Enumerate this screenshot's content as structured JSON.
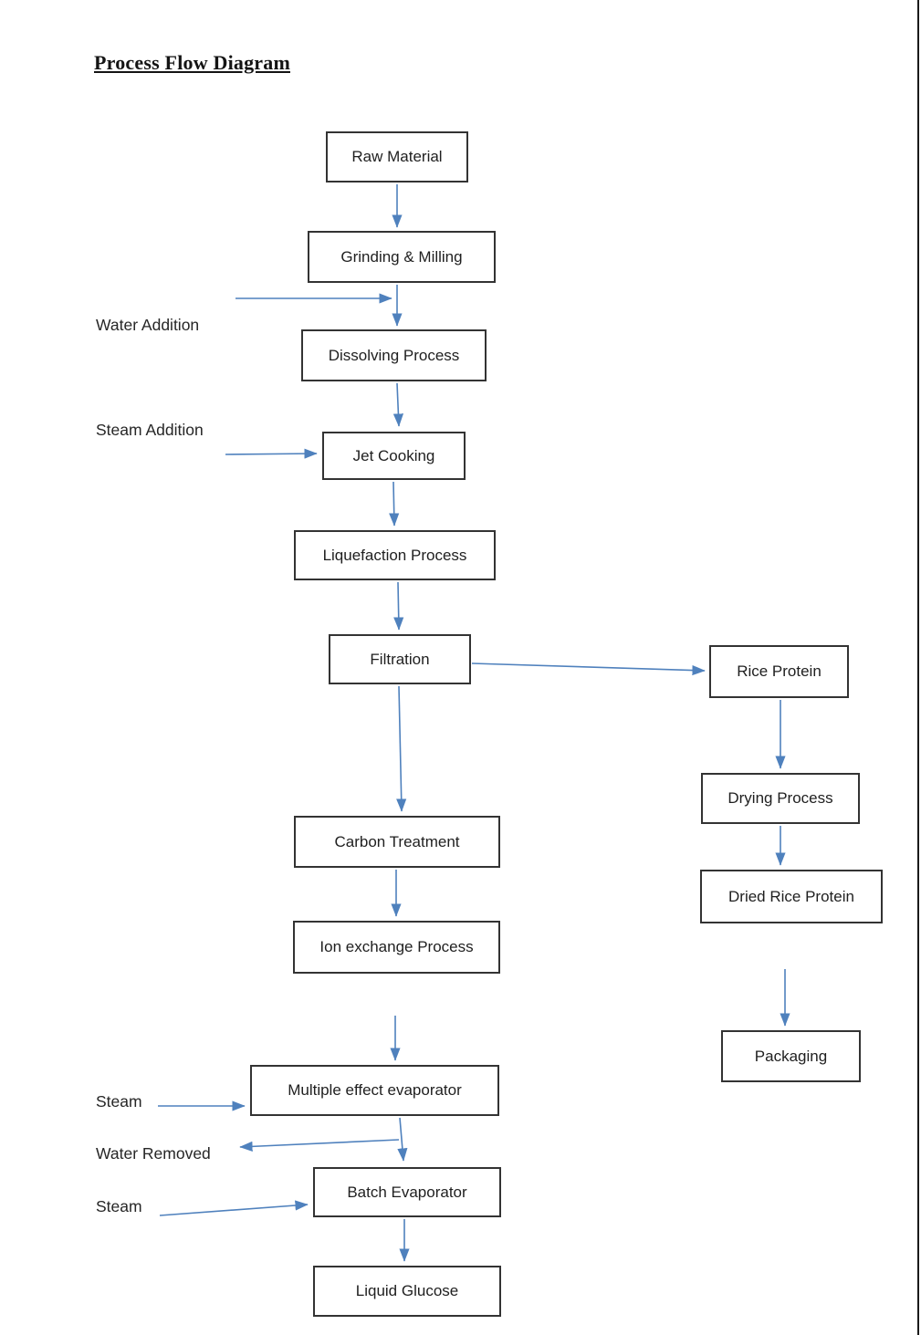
{
  "title": "Process Flow Diagram",
  "colors": {
    "arrow": "#4f81bd",
    "box_border": "#333333",
    "text": "#1f1f1f"
  },
  "nodes": [
    {
      "id": "raw-material",
      "label": "Raw Material"
    },
    {
      "id": "grinding-milling",
      "label": "Grinding & Milling"
    },
    {
      "id": "dissolving-process",
      "label": "Dissolving Process"
    },
    {
      "id": "jet-cooking",
      "label": "Jet Cooking"
    },
    {
      "id": "liquefaction-process",
      "label": "Liquefaction Process"
    },
    {
      "id": "filtration",
      "label": "Filtration"
    },
    {
      "id": "rice-protein",
      "label": "Rice Protein"
    },
    {
      "id": "drying-process",
      "label": "Drying Process"
    },
    {
      "id": "dried-rice-protein",
      "label": "Dried Rice Protein"
    },
    {
      "id": "carbon-treatment",
      "label": "Carbon Treatment"
    },
    {
      "id": "ion-exchange-process",
      "label": "Ion exchange Process"
    },
    {
      "id": "packaging",
      "label": "Packaging"
    },
    {
      "id": "multiple-effect-evaporator",
      "label": "Multiple effect evaporator"
    },
    {
      "id": "batch-evaporator",
      "label": "Batch Evaporator"
    },
    {
      "id": "liquid-glucose",
      "label": "Liquid Glucose"
    }
  ],
  "side_labels": [
    {
      "id": "water-addition",
      "label": "Water Addition"
    },
    {
      "id": "steam-addition",
      "label": "Steam Addition"
    },
    {
      "id": "steam-mee",
      "label": "Steam"
    },
    {
      "id": "water-removed",
      "label": "Water Removed"
    },
    {
      "id": "steam-batch",
      "label": "Steam"
    }
  ],
  "edges": [
    {
      "from": "raw-material",
      "to": "grinding-milling"
    },
    {
      "from": "grinding-milling",
      "to": "dissolving-process"
    },
    {
      "from": "water-addition",
      "to": "dissolving-process",
      "kind": "input"
    },
    {
      "from": "dissolving-process",
      "to": "jet-cooking"
    },
    {
      "from": "steam-addition",
      "to": "jet-cooking",
      "kind": "input"
    },
    {
      "from": "jet-cooking",
      "to": "liquefaction-process"
    },
    {
      "from": "liquefaction-process",
      "to": "filtration"
    },
    {
      "from": "filtration",
      "to": "rice-protein"
    },
    {
      "from": "filtration",
      "to": "carbon-treatment"
    },
    {
      "from": "rice-protein",
      "to": "drying-process"
    },
    {
      "from": "drying-process",
      "to": "dried-rice-protein"
    },
    {
      "from": "dried-rice-protein",
      "to": "packaging"
    },
    {
      "from": "carbon-treatment",
      "to": "ion-exchange-process"
    },
    {
      "from": "ion-exchange-process",
      "to": "multiple-effect-evaporator"
    },
    {
      "from": "steam-mee",
      "to": "multiple-effect-evaporator",
      "kind": "input"
    },
    {
      "from": "multiple-effect-evaporator",
      "to": "water-removed",
      "kind": "output"
    },
    {
      "from": "multiple-effect-evaporator",
      "to": "batch-evaporator"
    },
    {
      "from": "steam-batch",
      "to": "batch-evaporator",
      "kind": "input"
    },
    {
      "from": "batch-evaporator",
      "to": "liquid-glucose"
    }
  ]
}
